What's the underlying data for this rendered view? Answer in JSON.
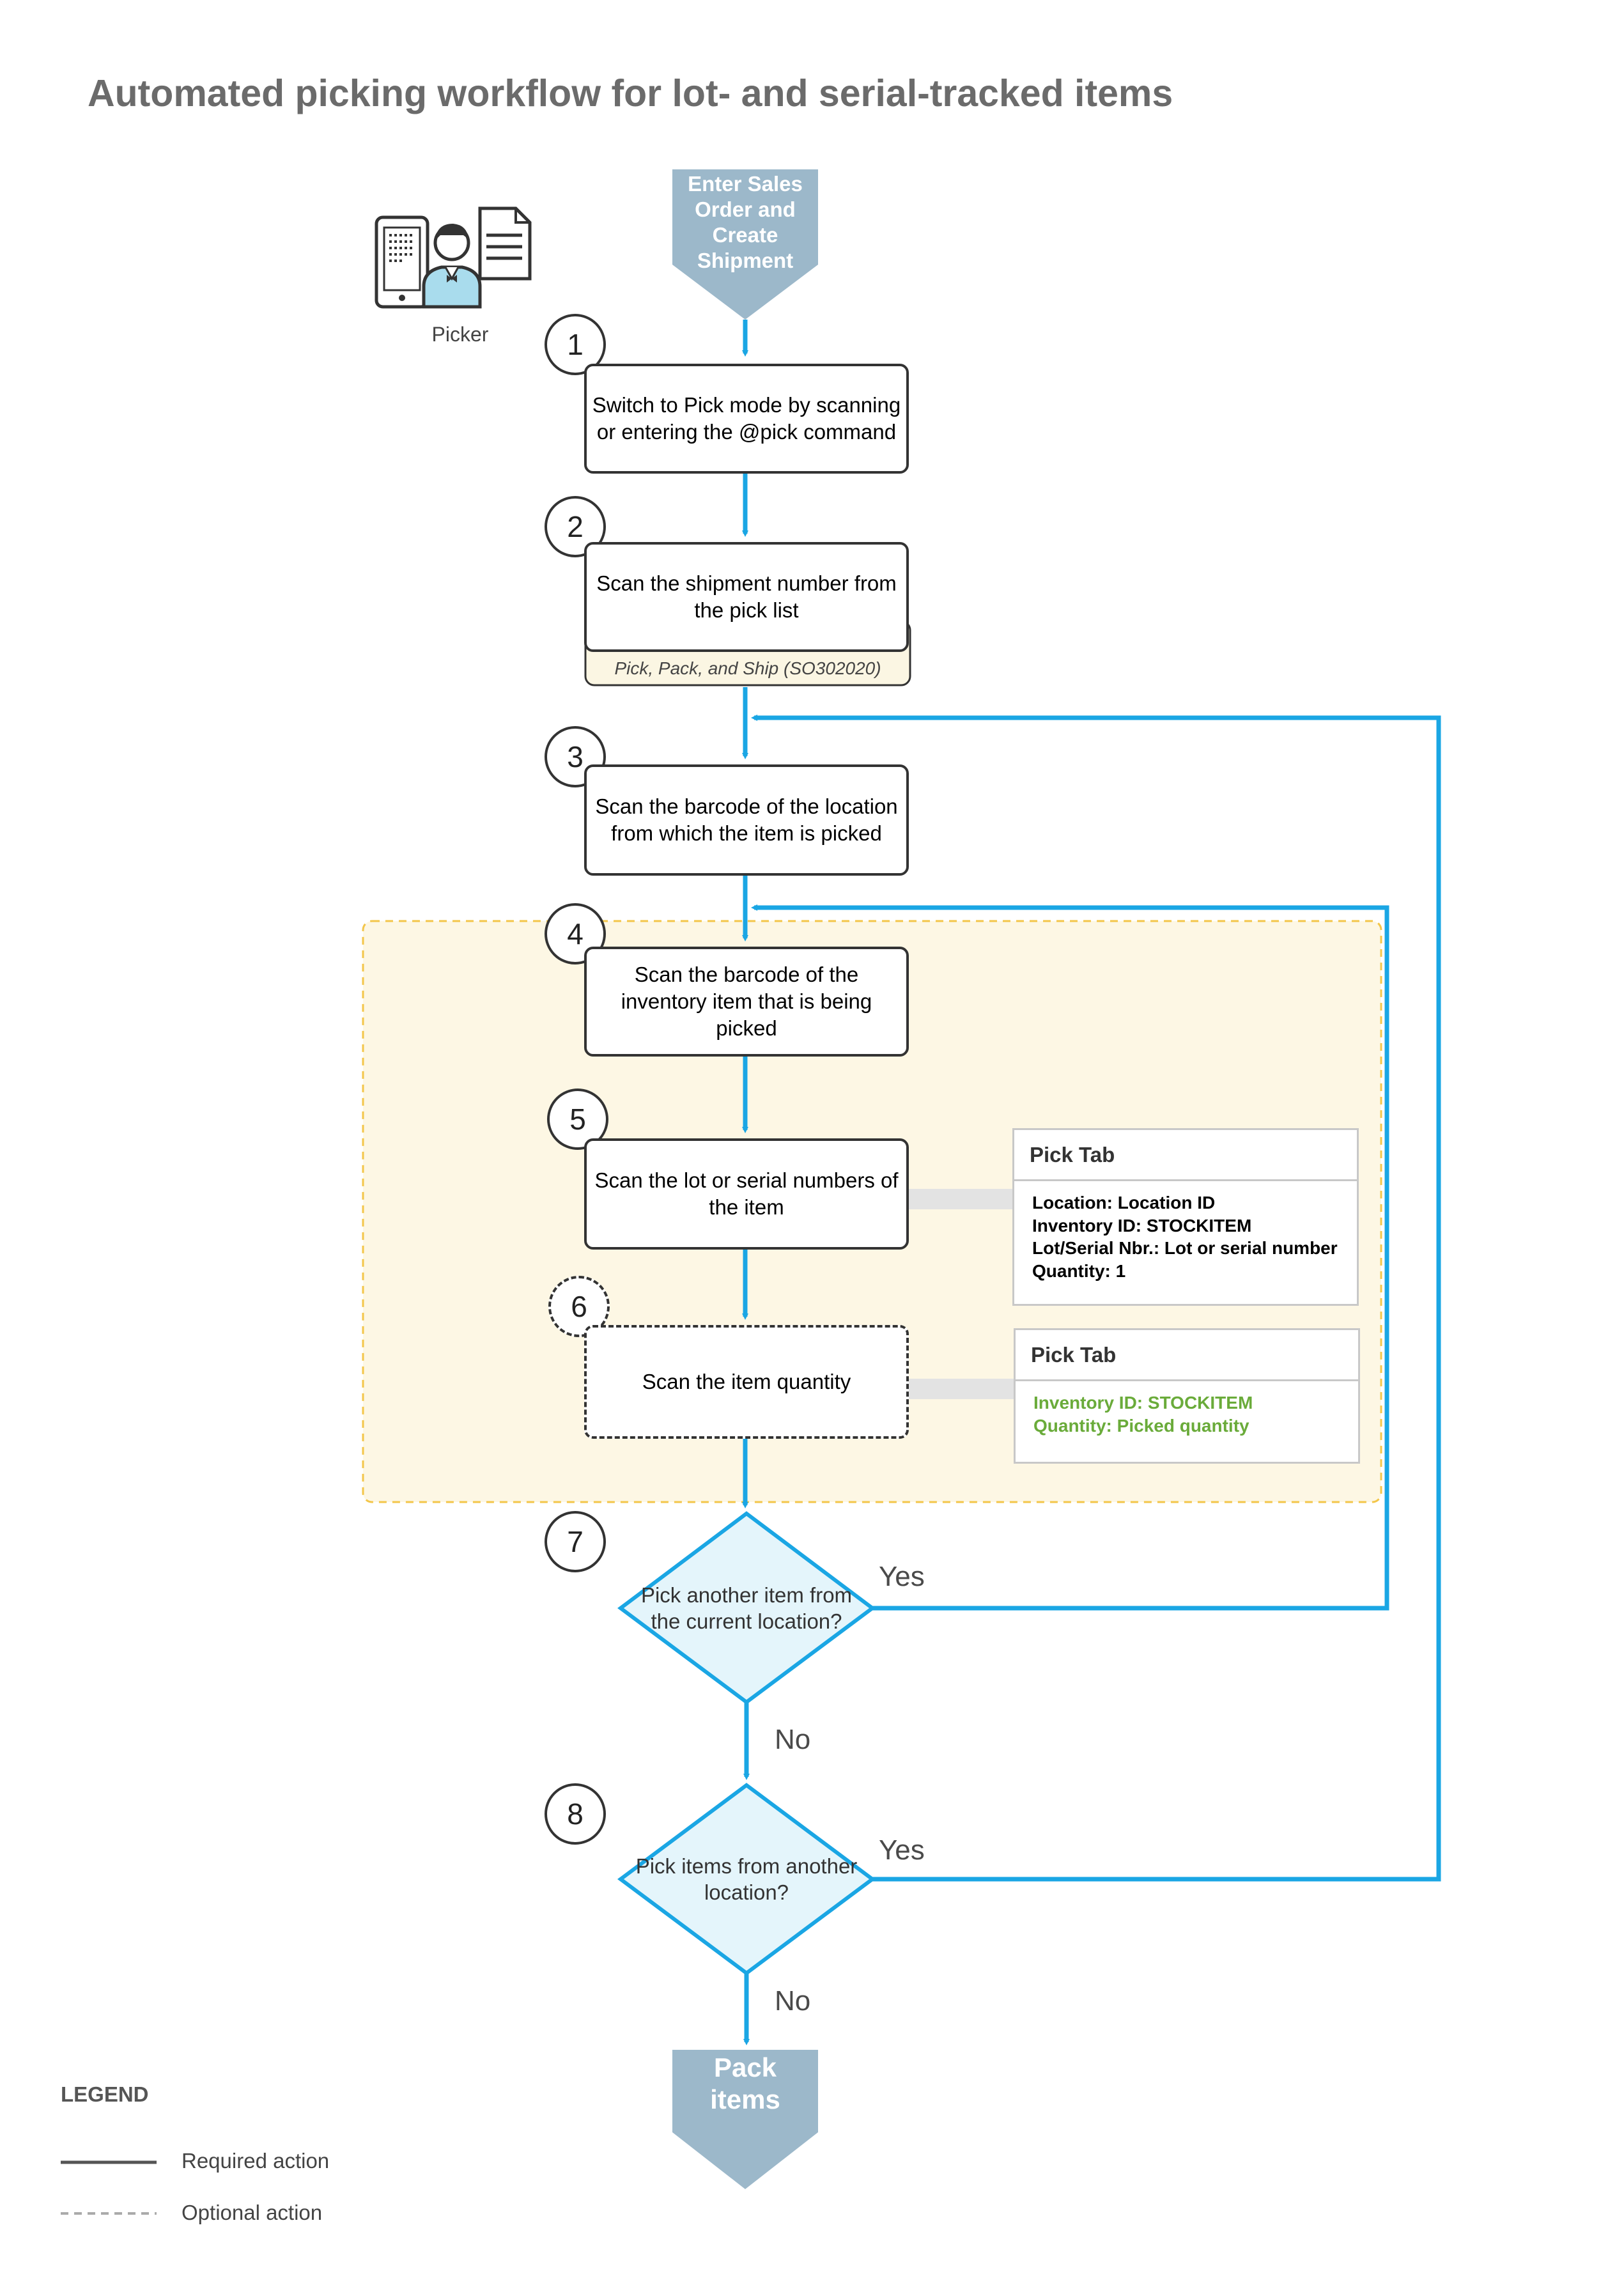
{
  "title": "Automated picking workflow for lot- and serial-tracked items",
  "actor": {
    "label": "Picker",
    "icon": "picker-with-scanner-icon"
  },
  "start": {
    "label_lines": [
      "Enter Sales",
      "Order and",
      "Create",
      "Shipment"
    ]
  },
  "steps": [
    {
      "number": "1",
      "text": "Switch to Pick mode by scanning or entering the @pick command",
      "optional": false
    },
    {
      "number": "2",
      "text": "Scan the shipment number from the pick list",
      "optional": false,
      "document": "Pick, Pack, and Ship (SO302020)"
    },
    {
      "number": "3",
      "text": "Scan the barcode of the location from which the item is picked",
      "optional": false
    },
    {
      "number": "4",
      "text": "Scan the barcode of the inventory item that is being picked",
      "optional": false
    },
    {
      "number": "5",
      "text": "Scan the lot or serial numbers of the item",
      "optional": false
    },
    {
      "number": "6",
      "text": "Scan the item quantity",
      "optional": true
    }
  ],
  "tabs": [
    {
      "header": "Pick Tab",
      "lines": [
        "Location: Location ID",
        "Inventory ID: STOCKITEM",
        "Lot/Serial Nbr.: Lot or serial number",
        "Quantity: 1"
      ]
    },
    {
      "header": "Pick Tab",
      "lines": [
        "Inventory ID: STOCKITEM",
        "Quantity: Picked quantity"
      ]
    }
  ],
  "decisions": [
    {
      "number": "7",
      "text": "Pick another item from the current location?",
      "yes": "Yes",
      "no": "No"
    },
    {
      "number": "8",
      "text": "Pick items from another location?",
      "yes": "Yes",
      "no": "No"
    }
  ],
  "end": {
    "label_lines": [
      "Pack",
      "items"
    ]
  },
  "legend": {
    "title": "LEGEND",
    "items": [
      {
        "label": "Required action",
        "style": "solid"
      },
      {
        "label": "Optional action",
        "style": "dashed"
      }
    ]
  },
  "colors": {
    "arrow": "#1aa6e4",
    "terminal": "#9cb8ca",
    "highlight_region_fill": "#fdf7e4",
    "highlight_region_border": "#f3c64a",
    "decision_fill": "#e4f5fb",
    "green_text": "#6aab3a"
  }
}
